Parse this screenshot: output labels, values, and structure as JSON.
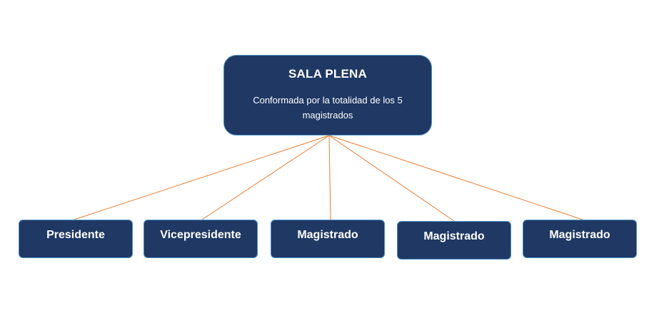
{
  "root": {
    "title": "SALA PLENA",
    "subtitle": "Conformada por la totalidad de los 5 magistrados"
  },
  "children": [
    {
      "label": "Presidente"
    },
    {
      "label": "Vicepresidente"
    },
    {
      "label": "Magistrado"
    },
    {
      "label": "Magistrado"
    },
    {
      "label": "Magistrado"
    }
  ],
  "colors": {
    "box_fill": "#1f3864",
    "box_border": "#4a90c8",
    "connector": "#ed7d31",
    "text": "#ffffff"
  }
}
